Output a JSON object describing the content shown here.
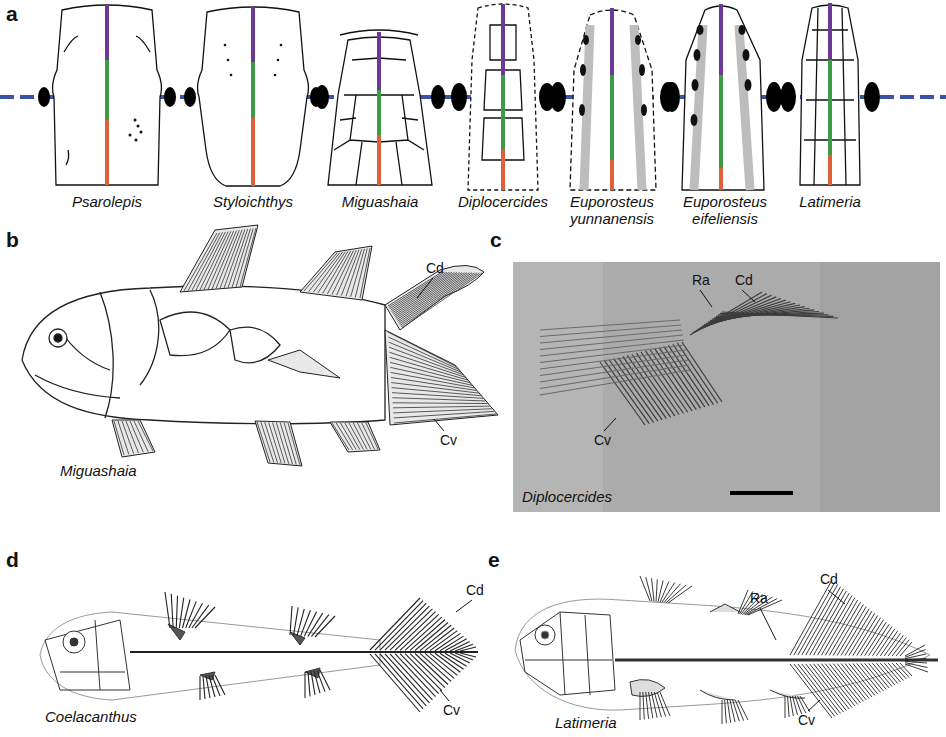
{
  "diagram": {
    "labels": [
      "a",
      "Psarolepis",
      "Styloichthys",
      "Miguashaia",
      "Diplocercides",
      "Euporosteus yunnanensis",
      "Euporosteus eifeliensis",
      "Latimeria",
      "b",
      "Cd",
      "Cv",
      "Miguashaia",
      "c",
      "Ra",
      "Cd",
      "Cv",
      "Diplocercides",
      "d",
      "Cd",
      "Cv",
      "Coelacanthus",
      "e",
      "Ra",
      "Cd",
      "Cv",
      "Latimeria"
    ]
  }
}
